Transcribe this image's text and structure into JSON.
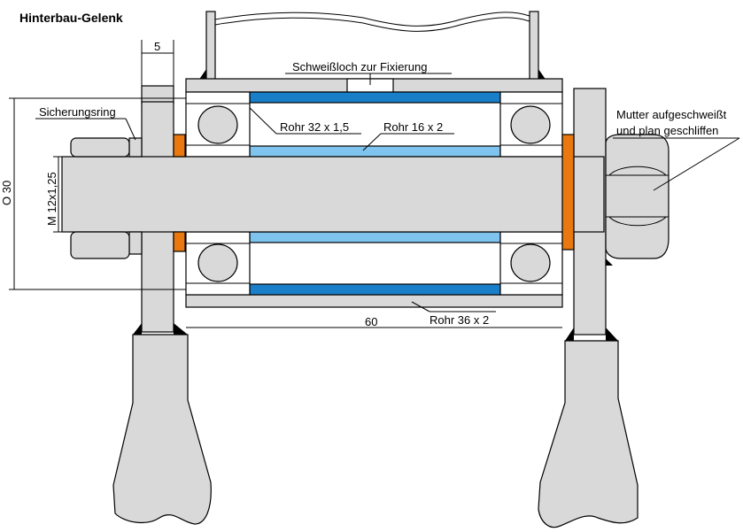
{
  "title": "Hinterbau-Gelenk",
  "labels": {
    "schweissloch": "Schweißloch zur Fixierung",
    "sicherungsring": "Sicherungsring",
    "rohr_32": "Rohr 32 x 1,5",
    "rohr_16": "Rohr 16 x 2",
    "rohr_36": "Rohr 36 x 2",
    "mutter_line1": "Mutter aufgeschweißt",
    "mutter_line2": "und plan geschliffen"
  },
  "dimensions": {
    "plate_width": "5",
    "outer_diameter": "O 30",
    "thread": "M 12x1,25",
    "length": "60"
  },
  "colors": {
    "metal": "#d9d9d9",
    "inner_tube": "#7fc4ee",
    "outer_tube": "#1a7fc9",
    "washer": "#e8780f",
    "bearing_ball": "#d9d9d9"
  }
}
